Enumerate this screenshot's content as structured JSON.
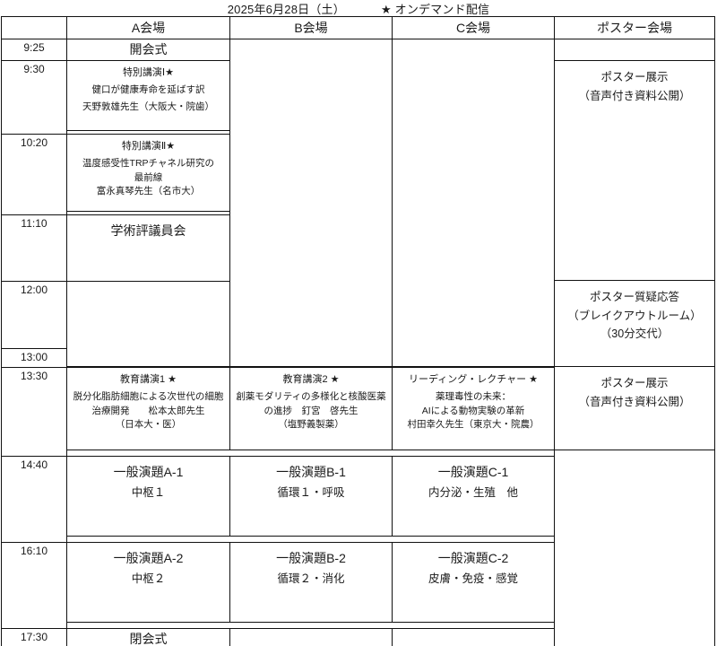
{
  "header": {
    "date": "2025年6月28日（土）",
    "ondemand_marker": "★",
    "ondemand_label": "オンデマンド配信",
    "ondemand_full": "★ オンデマンド配信"
  },
  "columns": {
    "time": "",
    "a": "A会場",
    "b": "B会場",
    "c": "C会場",
    "poster": "ポスター会場"
  },
  "times": [
    "9:25",
    "9:30",
    "10:20",
    "11:10",
    "12:00",
    "13:00",
    "13:30",
    "14:40",
    "16:10",
    "17:30"
  ],
  "sessions": {
    "opening": {
      "title": "開会式"
    },
    "special1": {
      "title": "特別講演Ⅰ★",
      "line1": "健口が健康寿命を延ばす訳",
      "line2": "天野敦雄先生（大阪大・院歯）"
    },
    "special2": {
      "title": "特別講演Ⅱ★",
      "line1": "温度感受性TRPチャネル研究の",
      "line2": "最前線",
      "line3": "富永真琴先生（名市大）"
    },
    "council": {
      "title": "学術評議員会"
    },
    "edu1": {
      "title": "教育講演1 ★",
      "line1": "脱分化脂肪細胞による次世代の細胞",
      "line2": "治療開発　　松本太郎先生",
      "line3": "（日本大・医）"
    },
    "edu2": {
      "title": "教育講演2 ★",
      "line1": "創薬モダリティの多様化と核酸医薬",
      "line2": "の進捗　釘宮　啓先生",
      "line3": "（塩野義製薬）"
    },
    "leading": {
      "title": "リーディング・レクチャー ★",
      "line1": "薬理毒性の未来：",
      "line2": "AIによる動物実験の革新",
      "line3": "村田幸久先生（東京大・院農）"
    },
    "general_a1": {
      "title": "一般演題A-1",
      "subtitle": "中枢１"
    },
    "general_b1": {
      "title": "一般演題B-1",
      "subtitle": "循環１・呼吸"
    },
    "general_c1": {
      "title": "一般演題C-1",
      "subtitle": "内分泌・生殖　他"
    },
    "general_a2": {
      "title": "一般演題A-2",
      "subtitle": "中枢２"
    },
    "general_b2": {
      "title": "一般演題B-2",
      "subtitle": "循環２・消化"
    },
    "general_c2": {
      "title": "一般演題C-2",
      "subtitle": "皮膚・免疫・感覚"
    },
    "closing": {
      "title": "閉会式"
    }
  },
  "poster": {
    "exhibit_morning": {
      "line1": "ポスター展示",
      "line2": "（音声付き資料公開）"
    },
    "qa": {
      "line1": "ポスター質疑応答",
      "line2": "（ブレイクアウトルーム）",
      "line3": "（30分交代）"
    },
    "exhibit_afternoon": {
      "line1": "ポスター展示",
      "line2": "（音声付き資料公開）"
    }
  }
}
